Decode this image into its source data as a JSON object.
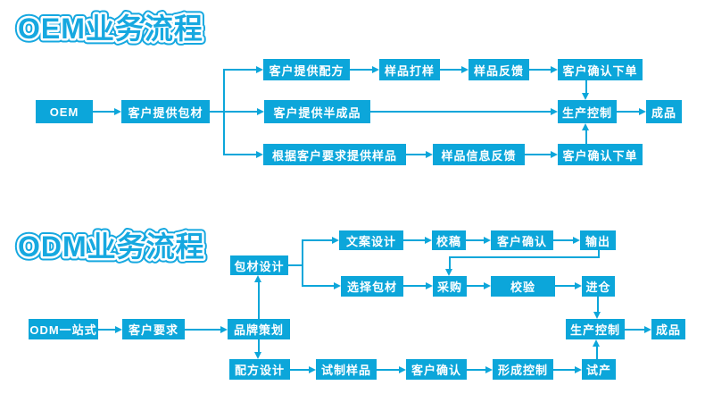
{
  "colors": {
    "accent": "#0ca6da",
    "title": "#16a8e0"
  },
  "oem": {
    "title": "OEM业务流程",
    "nodes": {
      "start": "OEM",
      "packaging": "客户提供包材",
      "formula": "客户提供配方",
      "proofing": "样品打样",
      "feedback": "样品反馈",
      "confirm_top": "客户确认下单",
      "semi": "客户提供半成品",
      "control": "生产控制",
      "finished": "成品",
      "sample_req": "根据客户要求提供样品",
      "sample_info": "样品信息反馈",
      "confirm_bottom": "客户确认下单"
    }
  },
  "odm": {
    "title": "ODM业务流程",
    "nodes": {
      "start": "ODM一站式",
      "requirement": "客户要求",
      "branding": "品牌策划",
      "pack_design": "包材设计",
      "copy_design": "文案设计",
      "proofread": "校稿",
      "confirm_copy": "客户确认",
      "output": "输出",
      "select_pack": "选择包材",
      "purchase": "采购",
      "verify": "校验",
      "warehouse": "进仓",
      "formula_design": "配方设计",
      "trial_sample": "试制样品",
      "confirm_formula": "客户确认",
      "form_control": "形成控制",
      "trial_production": "试产",
      "control": "生产控制",
      "finished": "成品"
    }
  }
}
